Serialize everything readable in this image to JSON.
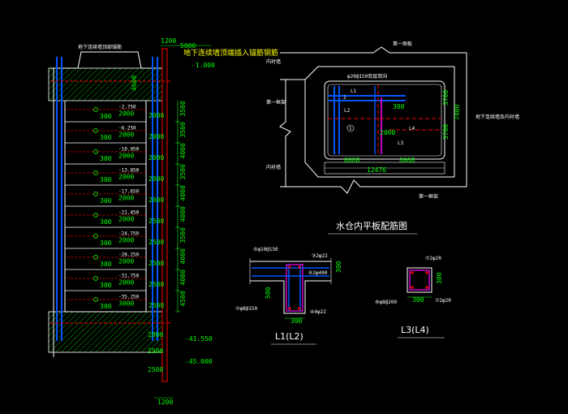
{
  "section": {
    "top_dims": [
      "1200",
      "5000"
    ],
    "left_dim": "4600",
    "note": "地下连续墙顶端插入锚筋钢筋",
    "top_elev": "-1.000",
    "small_note": "地下连续墙顶部锚筋",
    "levels": [
      "-2.750",
      "-6.250",
      "-10.050",
      "-13.850",
      "-17.650",
      "-21.450",
      "-24.750",
      "-28.250",
      "-31.750",
      "-35.250"
    ],
    "inner_spacings": [
      "2000",
      "2000",
      "2000",
      "2000",
      "2000",
      "2000",
      "2000",
      "2000",
      "2000",
      "3000"
    ],
    "inner_300": "300",
    "right_dims": [
      "3500",
      "3500",
      "4000",
      "3500",
      "4000",
      "4000",
      "3500",
      "4000",
      "4000",
      "4500"
    ],
    "right_small_dims": [
      "2000",
      "2000",
      "2000",
      "2000",
      "2000",
      "2500",
      "2500",
      "2500",
      "2500",
      "2500"
    ],
    "bottom_elevs": [
      "-41.550",
      "-45.000"
    ],
    "bottom_dims": [
      "2800",
      "2500",
      "2500"
    ],
    "bottom_dim": "1200"
  },
  "plan": {
    "title": "水仓内平板配筋图",
    "labels": {
      "top": "第一图板",
      "left_top": "内衬墙",
      "left_mid": "第一框架",
      "left_bottom": "内衬墙",
      "right": "地下连续墙及内衬墙",
      "bottom": "第一框架"
    },
    "rebar_note": "φ20@150双层双向",
    "beams": [
      "L1",
      "L2",
      "L3",
      "L4"
    ],
    "markers": [
      "1",
      "2"
    ],
    "dims": {
      "d300": "300",
      "d2000": "2000",
      "right1": "3700",
      "right2": "3700",
      "right_total": "7400",
      "bottom1": "6068",
      "bottom2": "6068",
      "bottom_total": "12476"
    }
  },
  "detail_l1": {
    "label": "L1(L2)",
    "dims": [
      "300",
      "500",
      "300"
    ],
    "notes": [
      "⑤φ10@150",
      "③2φ22",
      "⑥2φ400",
      "⑦φ8@150",
      "④4φ22"
    ]
  },
  "detail_l3": {
    "label": "L3(L4)",
    "dims": [
      "300",
      "300"
    ],
    "notes": [
      "⑦2φ20",
      "⑨φ8@200",
      "⑦2φ20"
    ]
  },
  "colors": {
    "background": "#000000",
    "line": "#ffffff",
    "dimension": "#00ff00",
    "rebar": "#0055ff",
    "magenta": "#ff00ff",
    "red": "#ff0000",
    "yellow": "#ffff00",
    "cyan": "#00ffff"
  }
}
